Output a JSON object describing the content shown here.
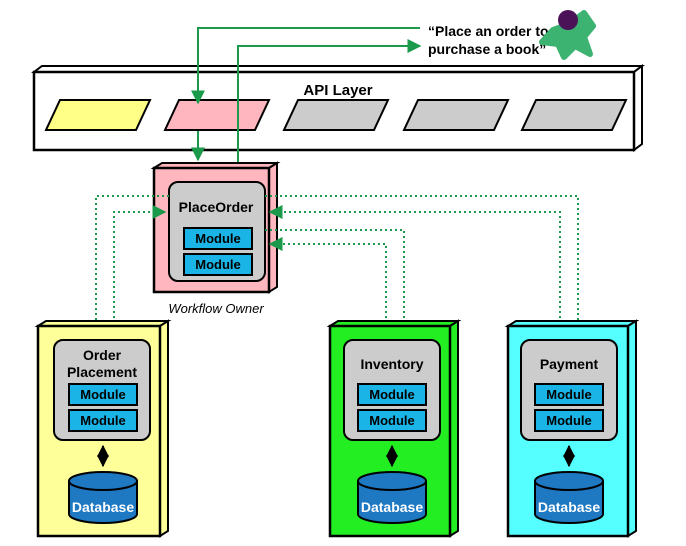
{
  "request": {
    "line1": "“Place an order to",
    "line2": "purchase a book”"
  },
  "api_layer": {
    "title": "API Layer",
    "slot_colors": [
      "#ffff88",
      "#ffb6bf",
      "#cccccc",
      "#cccccc",
      "#cccccc"
    ]
  },
  "orchestrator": {
    "name": "PlaceOrder",
    "caption": "Workflow Owner",
    "color": "#ffb6bf",
    "modules": [
      "Module",
      "Module"
    ]
  },
  "services": [
    {
      "name_line1": "Order",
      "name_line2": "Placement",
      "color": "#ffff99",
      "modules": [
        "Module",
        "Module"
      ],
      "database": "Database"
    },
    {
      "name_line1": "Inventory",
      "name_line2": "",
      "color": "#22ee22",
      "modules": [
        "Module",
        "Module"
      ],
      "database": "Database"
    },
    {
      "name_line1": "Payment",
      "name_line2": "",
      "color": "#55ffff",
      "modules": [
        "Module",
        "Module"
      ],
      "database": "Database"
    }
  ],
  "colors": {
    "arrow": "#1a9a4a",
    "module": "#1ab4e6",
    "database": "#1e78c2",
    "inner_box": "#cccccc",
    "actor": "#3cb371",
    "actor_head": "#4b1257"
  },
  "icons": {
    "actor": "user-actor-icon",
    "database": "database-cylinder-icon"
  }
}
